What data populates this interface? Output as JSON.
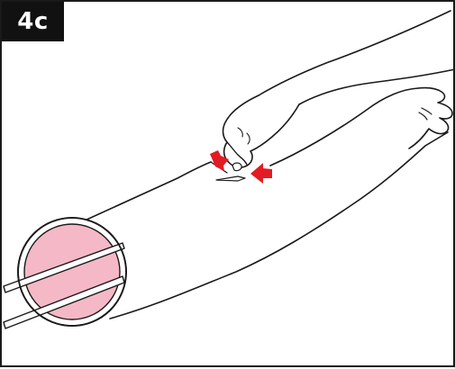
{
  "step": {
    "label": "4c"
  },
  "colors": {
    "outline": "#1a1a1a",
    "badge_background": "#111111",
    "badge_text": "#ffffff",
    "cutaway_fill": "#f5b8c6",
    "cutaway_rim": "#ffffff",
    "arrow": "#e31b23"
  },
  "illustration": {
    "subject": "forearm-with-inserted-catheter",
    "arrows": 2
  }
}
